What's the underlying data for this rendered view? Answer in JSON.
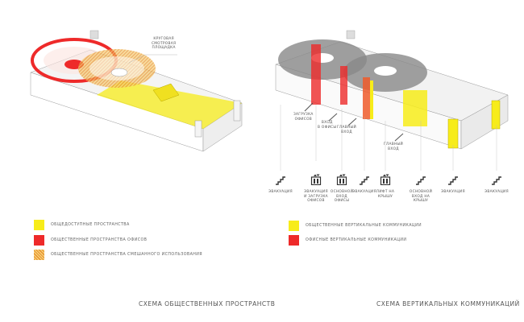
{
  "colors": {
    "public": "#f7ec1a",
    "office": "#ee2a2a",
    "mixed": "#e8a040",
    "roof": "#9a9a9a"
  },
  "left": {
    "callout": "КРУГОВАЯ\nСМОТРОВАЯ\nПЛОЩАДКА",
    "legend": [
      {
        "label": "ОБЩЕДОСТУПНЫЕ ПРОСТРАНСТВА",
        "swatch": "solid-yellow"
      },
      {
        "label": "ОБЩЕСТВЕННЫЕ ПРОСТРАНСТВА ОФИСОВ",
        "swatch": "solid-red"
      },
      {
        "label": "ОБЩЕСТВЕННЫЕ ПРОСТРАНСТВА СМЕШАННОГО ИСПОЛЬЗОВАНИЯ",
        "swatch": "hatched-orange"
      }
    ],
    "title": "СХЕМА ОБЩЕСТВЕННЫХ ПРОСТРАНСТВ"
  },
  "right": {
    "callouts": [
      "ЗАГРУЗКА\nОФИСОВ",
      "ВХОД\nВ ОФИСЫ",
      "ГЛАВНЫЙ\nВХОД",
      "ГЛАВНЫЙ\nВХОД"
    ],
    "bottom": [
      {
        "label": "ЭВАКУАЦИЯ",
        "icon": "stairs-icon"
      },
      {
        "label": "ЭВАКУАЦИЯ\nИ ЗАГРУЗКА\nОФИСОВ",
        "icon": "elevator-icon"
      },
      {
        "label": "ОСНОВНОЙ\nВХОД\nОФИСЫ",
        "icon": "elevator-icon"
      },
      {
        "label": "ЭВАКУАЦИЯ",
        "icon": "stairs-icon"
      },
      {
        "label": "ЛИФТ НА\nКРЫШУ",
        "icon": "elevator-icon"
      },
      {
        "label": "ОСНОВНОЙ\nВХОД НА\nКРЫШУ",
        "icon": "stairs-icon"
      },
      {
        "label": "ЭВАКУАЦИЯ",
        "icon": "stairs-icon"
      },
      {
        "label": "ЭВАКУАЦИЯ",
        "icon": "stairs-icon"
      }
    ],
    "legend": [
      {
        "label": "ОБЩЕСТВЕННЫЕ ВЕРТИКАЛЬНЫЕ КОММУНИКАЦИИ",
        "swatch": "solid-yellow"
      },
      {
        "label": "ОФИСНЫЕ ВЕРТИКАЛЬНЫЕ КОММУНИКАЦИИ",
        "swatch": "solid-red"
      }
    ],
    "title": "СХЕМА ВЕРТИКАЛЬНЫХ КОММУНИКАЦИЙ"
  }
}
